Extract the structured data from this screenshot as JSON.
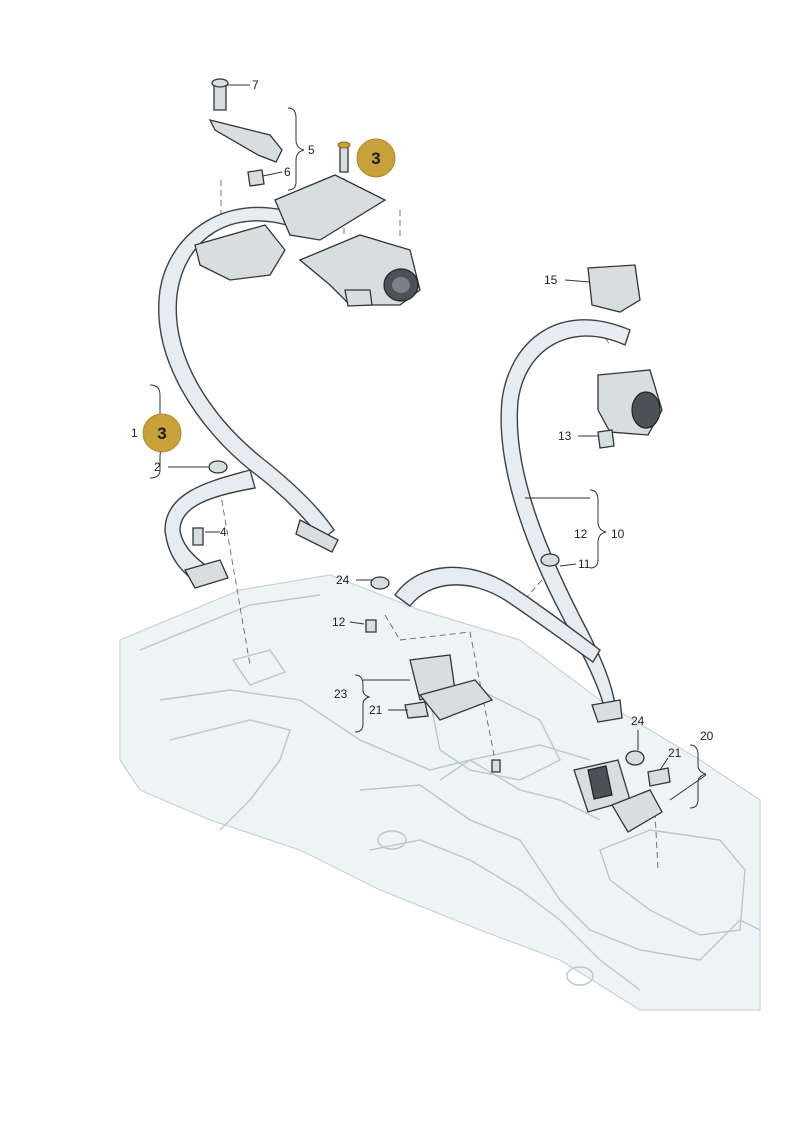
{
  "diagram": {
    "highlight_color": "#c9a13a",
    "highlight_badges": [
      "3",
      "3"
    ],
    "callouts": [
      "7",
      "5",
      "6",
      "15",
      "13",
      "1",
      "2",
      "4",
      "12",
      "10",
      "11",
      "24",
      "12",
      "23",
      "21",
      "24",
      "21",
      "20"
    ]
  }
}
